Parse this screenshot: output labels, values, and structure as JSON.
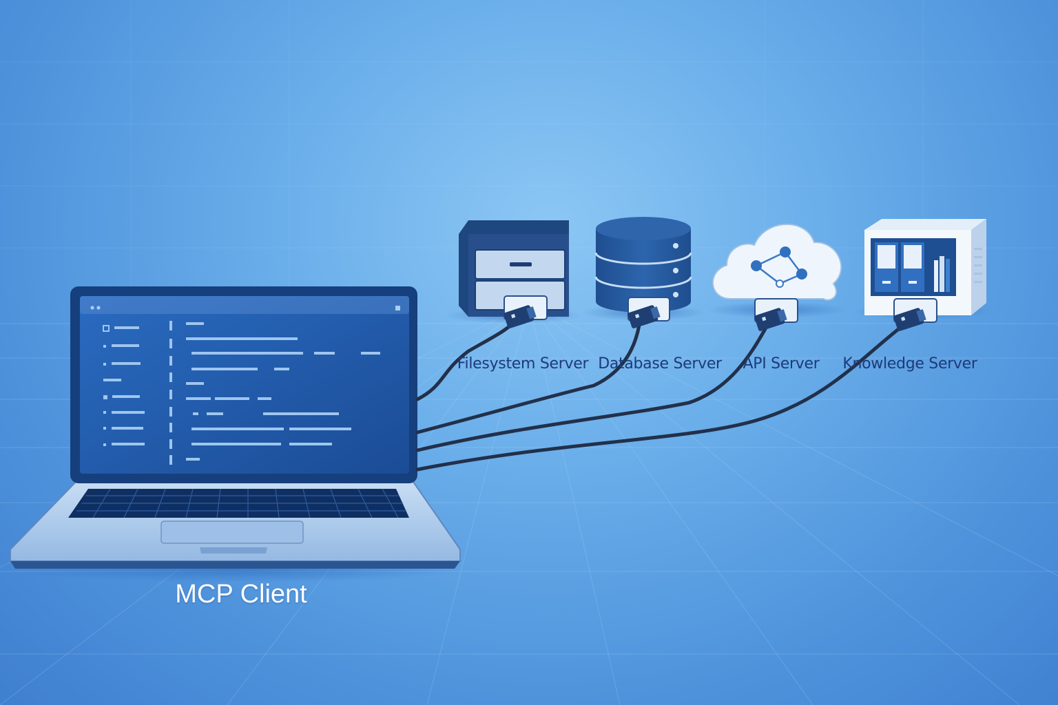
{
  "client": {
    "label": "MCP Client"
  },
  "servers": [
    {
      "label": "Filesystem Server",
      "icon": "filesystem-server-icon"
    },
    {
      "label": "Database Server",
      "icon": "database-server-icon"
    },
    {
      "label": "API Server",
      "icon": "api-cloud-server-icon"
    },
    {
      "label": "Knowledge Server",
      "icon": "knowledge-server-icon"
    }
  ],
  "colors": {
    "background": "#5a9de2",
    "device_navy": "#27528f",
    "screen": "#1f5aa8",
    "label_text": "#1e3a78",
    "cable": "#22304a"
  }
}
